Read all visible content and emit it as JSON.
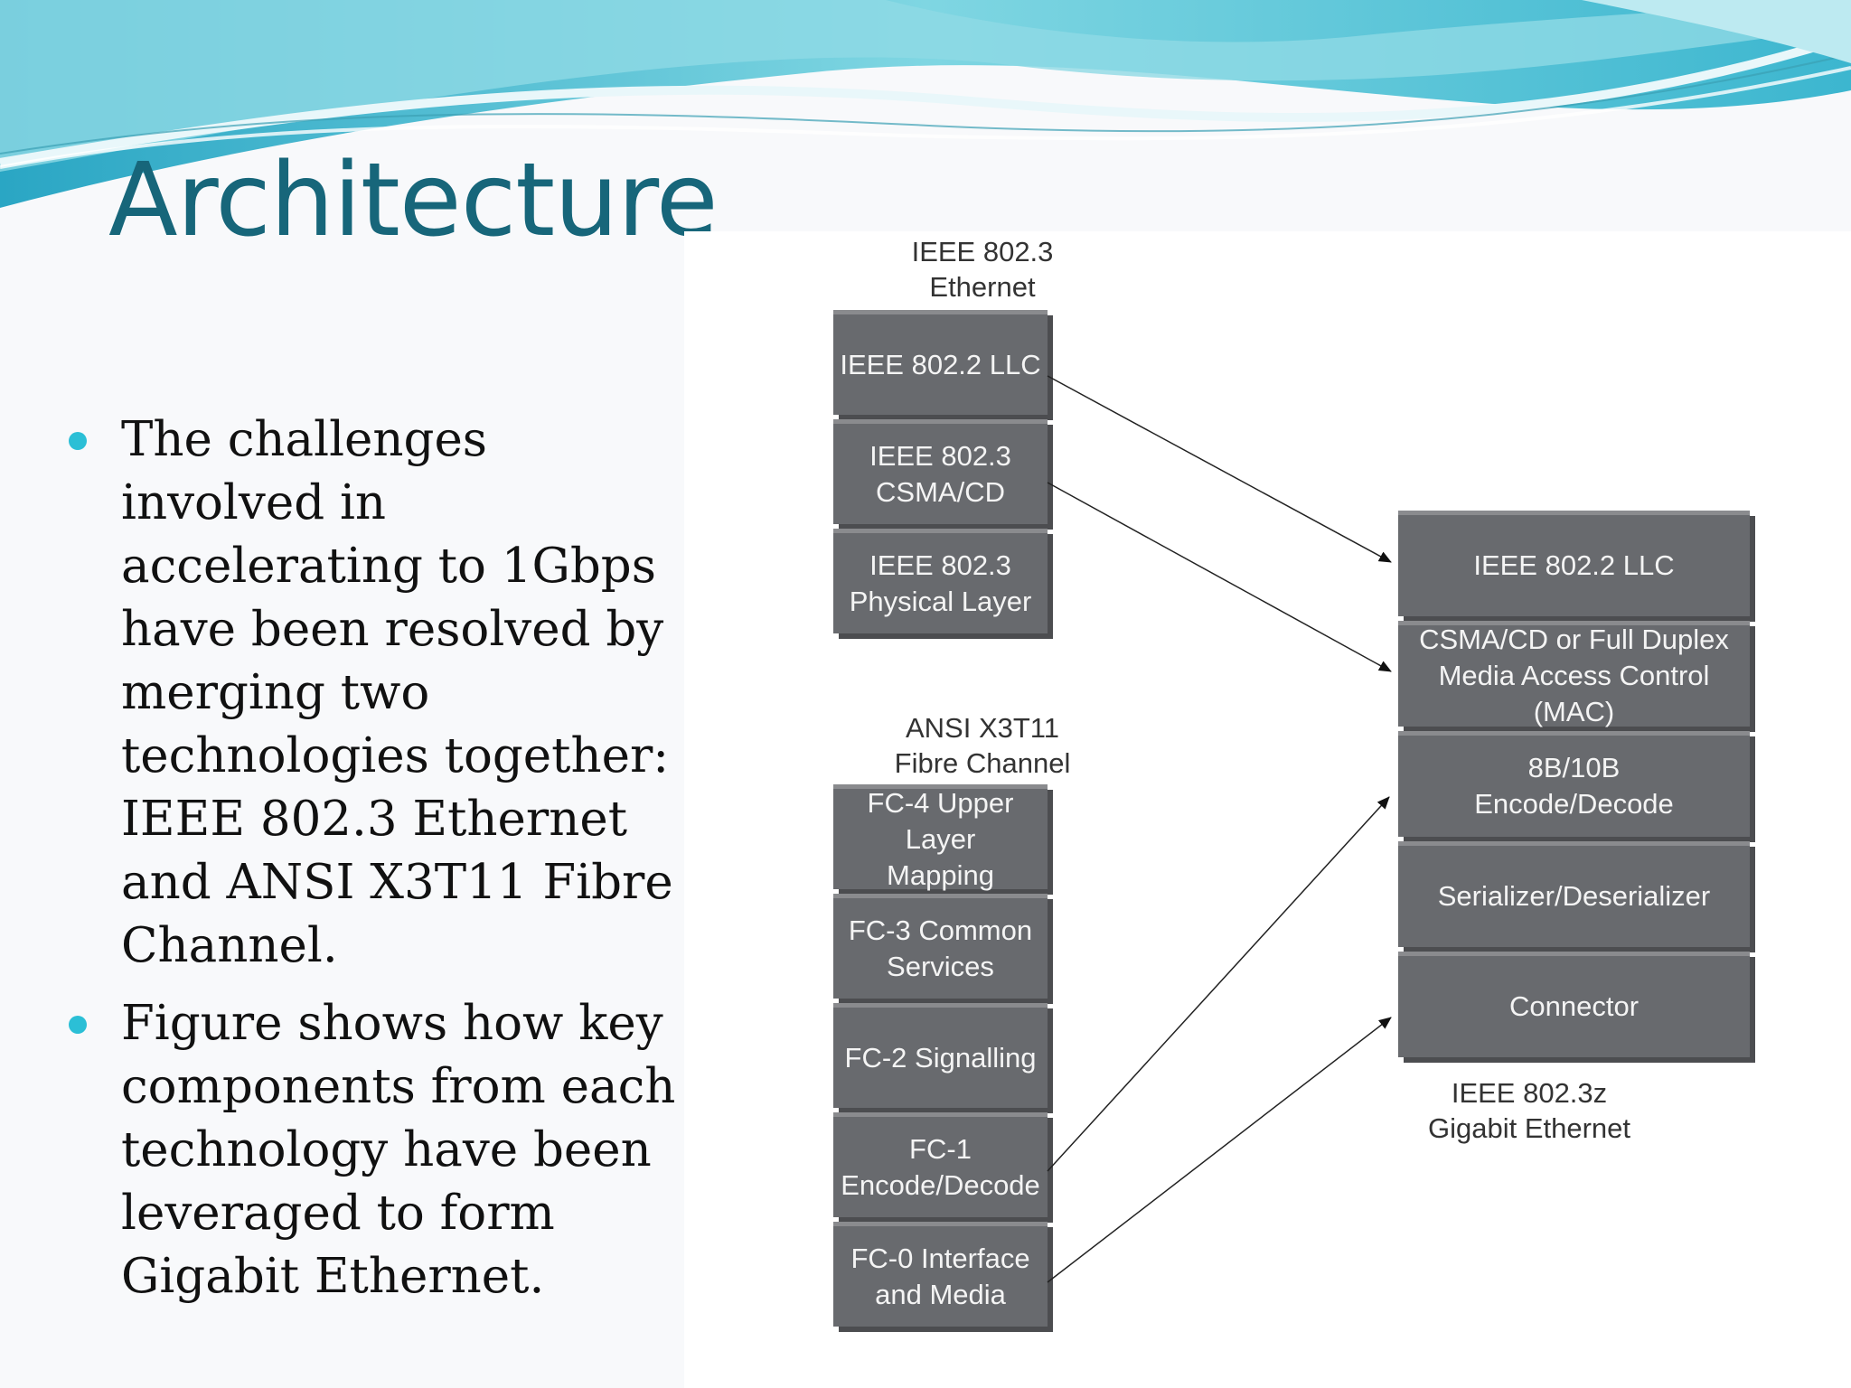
{
  "slide": {
    "title": "Architecture",
    "bullets": [
      "The challenges involved in accelerating to 1Gbps have been resolved by merging two technologies together: IEEE 802.3 Ethernet and ANSI X3T11 Fibre Channel.",
      "Figure shows how key components from each technology have been leveraged to form Gigabit Ethernet."
    ]
  },
  "colors": {
    "title": "#17667a",
    "bullet": "#2bbfd6",
    "box_fill": "#686a6e",
    "box_text": "#f4f4f4",
    "wave_teal": "#4cc4d6"
  },
  "diagram": {
    "ethernet": {
      "label": "IEEE 802.3\nEthernet",
      "layers": [
        "IEEE 802.2 LLC",
        "IEEE 802.3\nCSMA/CD",
        "IEEE 802.3\nPhysical Layer"
      ]
    },
    "fibre_channel": {
      "label": "ANSI X3T11\nFibre Channel",
      "layers": [
        "FC-4 Upper Layer\nMapping",
        "FC-3 Common\nServices",
        "FC-2 Signalling",
        "FC-1\nEncode/Decode",
        "FC-0 Interface\nand Media"
      ]
    },
    "gigabit": {
      "label": "IEEE 802.3z\nGigabit Ethernet",
      "layers": [
        "IEEE 802.2 LLC",
        "CSMA/CD or Full Duplex\nMedia Access Control (MAC)",
        "8B/10B\nEncode/Decode",
        "Serializer/Deserializer",
        "Connector"
      ]
    },
    "mappings": [
      {
        "from": "IEEE 802.2 LLC",
        "to": "IEEE 802.2 LLC"
      },
      {
        "from": "IEEE 802.3 CSMA/CD",
        "to": "CSMA/CD or Full Duplex Media Access Control (MAC)"
      },
      {
        "from": "FC-1 Encode/Decode",
        "to": "8B/10B Encode/Decode"
      },
      {
        "from": "FC-0 Interface and Media",
        "to": "Connector"
      }
    ]
  }
}
